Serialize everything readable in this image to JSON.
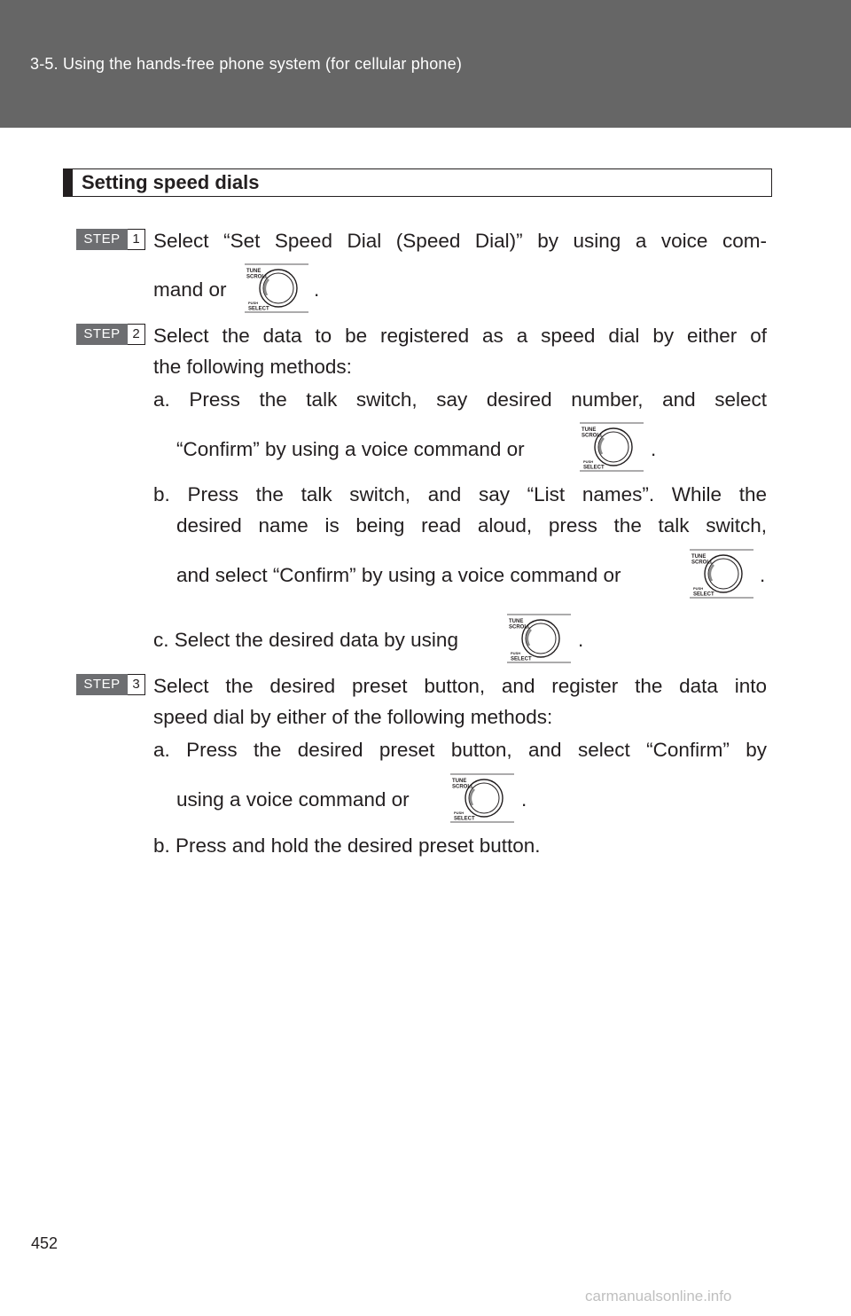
{
  "header": {
    "title": "3-5. Using the hands-free phone system (for cellular phone)"
  },
  "section": {
    "title": "Setting speed dials"
  },
  "steps": [
    {
      "word": "STEP",
      "num": "1",
      "line1": "Select “Set Speed Dial (Speed Dial)” by using a voice com-",
      "line2a": "mand or",
      "line2b": "."
    },
    {
      "word": "STEP",
      "num": "2",
      "line1": "Select the data to be registered as a speed dial by either of",
      "line2": "the following methods:",
      "a_line1": "a. Press the talk switch, say desired number, and select",
      "a_line2a": "“Confirm” by using a voice command or",
      "a_line2b": ".",
      "b_line1": "b. Press the talk switch, and say “List names”. While the",
      "b_line2": "desired name is being read aloud, press the talk switch,",
      "b_line3a": "and select “Confirm” by using a voice command or",
      "b_line3b": ".",
      "c_line1a": "c. Select the desired data by using",
      "c_line1b": "."
    },
    {
      "word": "STEP",
      "num": "3",
      "line1": "Select the desired preset button, and register the data into",
      "line2": "speed dial by either of the following methods:",
      "a_line1": "a. Press the desired preset button, and select “Confirm” by",
      "a_line2a": "using a voice command or",
      "a_line2b": ".",
      "b_line1": "b. Press and hold the desired preset button."
    }
  ],
  "knob": {
    "label_top1": "TUNE",
    "label_top2": "SCROLL",
    "label_bot1": "PUSH",
    "label_bot2": "SELECT",
    "icon": "tune-scroll-knob-icon"
  },
  "footer": {
    "page_number": "452",
    "watermark": "carmanualsonline.info"
  }
}
